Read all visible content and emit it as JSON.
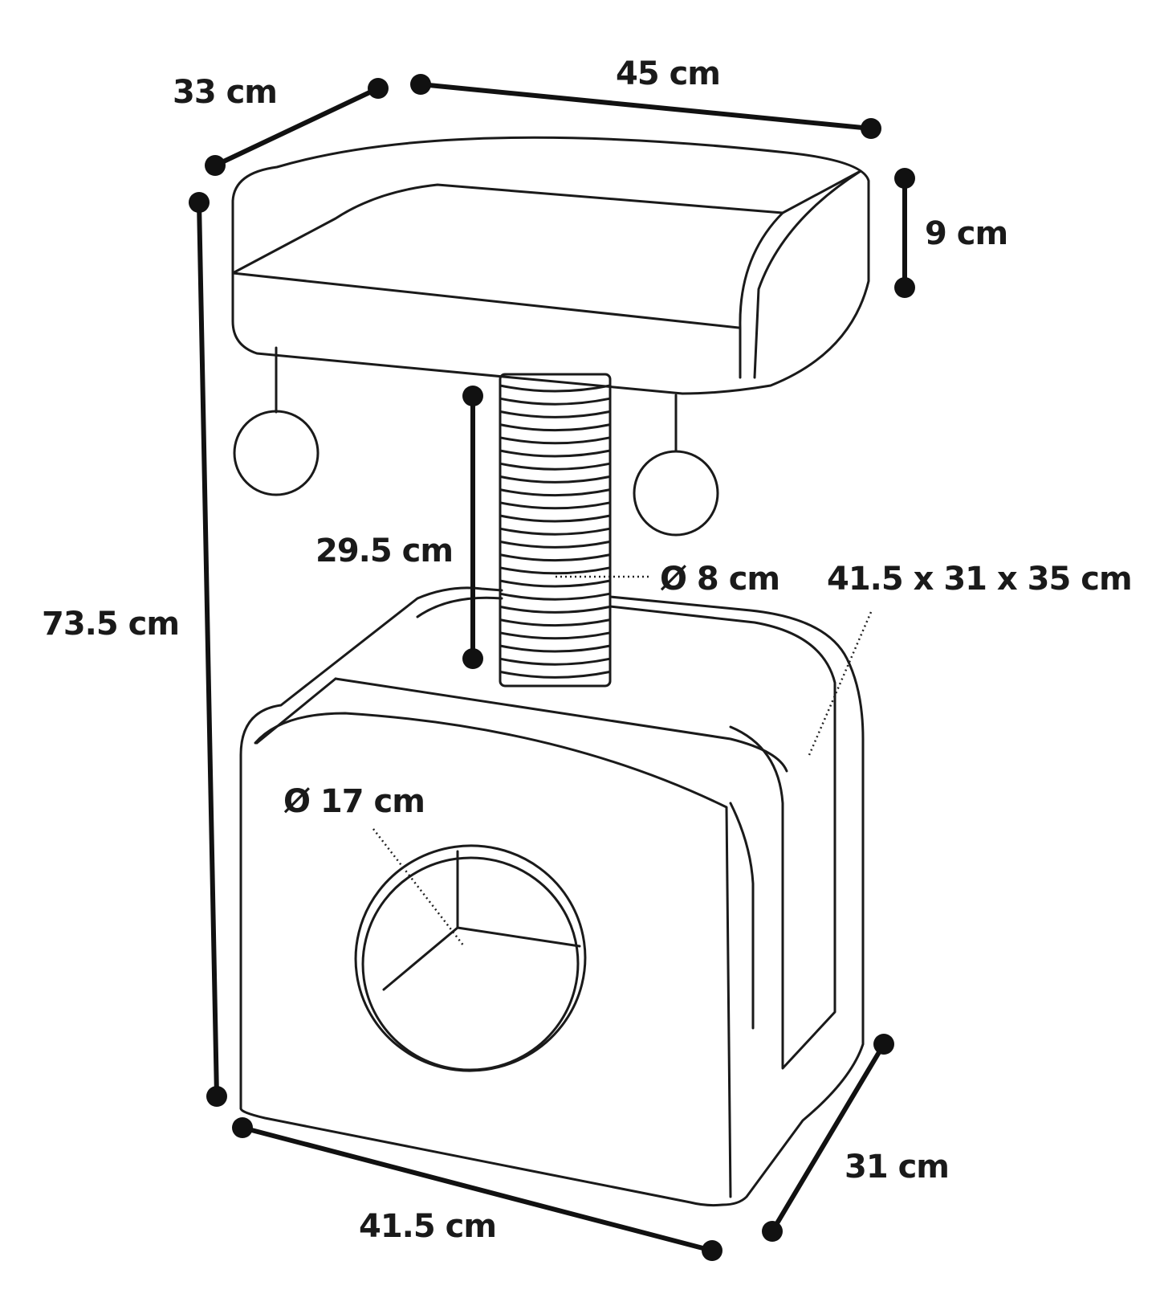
{
  "dimensions": {
    "top_depth": "33 cm",
    "top_width": "45 cm",
    "top_height": "9 cm",
    "total_height": "73.5 cm",
    "post_height": "29.5 cm",
    "post_diameter": "Ø 8 cm",
    "cave_size": "41.5 x 31 x 35 cm",
    "hole_diameter": "Ø 17 cm",
    "base_width": "41.5 cm",
    "base_depth": "31 cm"
  },
  "colors": {
    "line": "#1a1a1a",
    "background": "#ffffff"
  }
}
